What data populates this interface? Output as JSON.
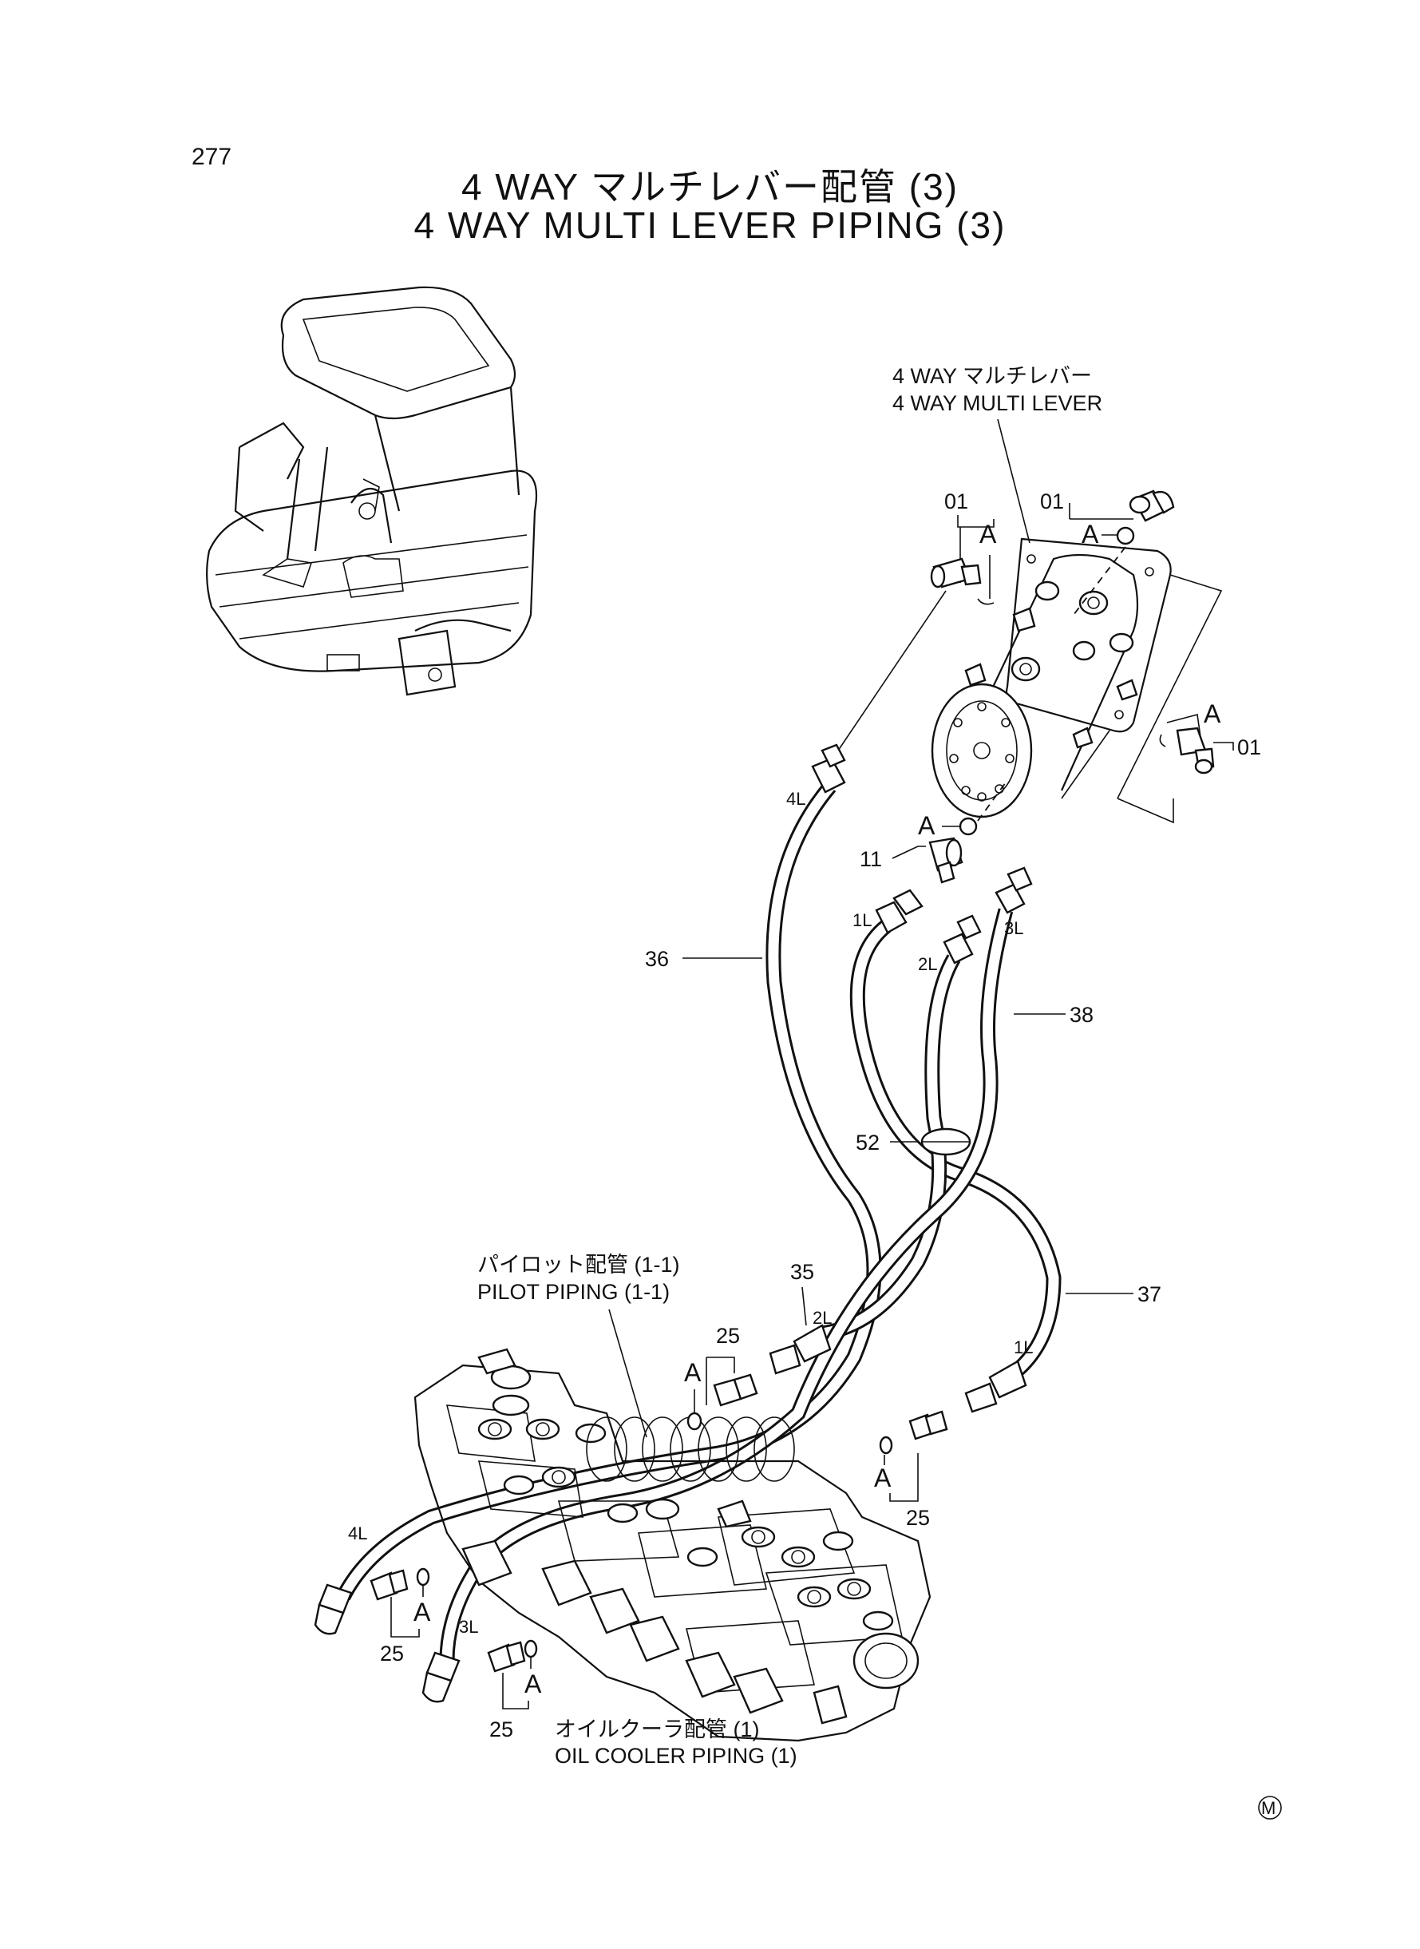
{
  "page_number": "277",
  "title": {
    "ja": "4 WAY マルチレバー配管 (3)",
    "en": "4 WAY MULTI LEVER PIPING (3)"
  },
  "callouts": {
    "lever_ja": "4 WAY マルチレバー",
    "lever_en": "4 WAY MULTI LEVER",
    "pilot_ja": "パイロット配管 (1-1)",
    "pilot_en": "PILOT PIPING (1-1)",
    "cooler_ja": "オイルクーラ配管 (1)",
    "cooler_en": "OIL COOLER PIPING (1)"
  },
  "part_numbers": {
    "p01": "01",
    "p11": "11",
    "p25": "25",
    "p35": "35",
    "p36": "36",
    "p37": "37",
    "p38": "38",
    "p52": "52"
  },
  "hose_ends": {
    "h1L": "1L",
    "h2L": "2L",
    "h3L": "3L",
    "h4L": "4L"
  },
  "detail_mark": "A",
  "corner_mark": "M"
}
